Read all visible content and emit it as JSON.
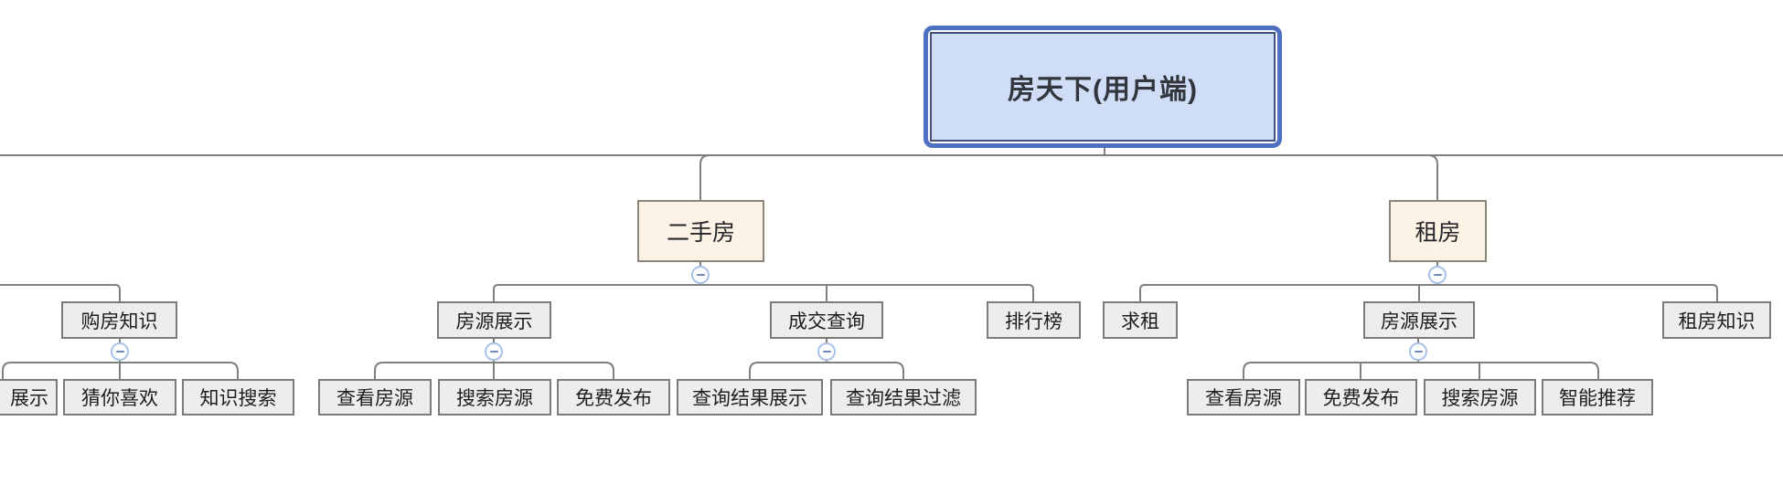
{
  "palette": {
    "background": "#ffffff",
    "connector_line": "#7f7f7f",
    "root_fill": "#cfdef6",
    "root_border": "#44517a",
    "root_selection_ring": "#4e70c1",
    "branch_fill": "#fcf2e6",
    "branch_border": "#8b8478",
    "topic_fill": "#ededed",
    "topic_border": "#7b7b7b",
    "text": "#1d1e20",
    "collapse_ring": "#a9c2e7",
    "collapse_dash": "#7288b8"
  },
  "icons": {
    "collapse": "minus-circle"
  },
  "mindmap": {
    "root": {
      "label": "房天下(用户端)"
    },
    "branches": [
      {
        "label": "二手房",
        "children": [
          {
            "label": "房源展示",
            "children": [
              {
                "label": "查看房源"
              },
              {
                "label": "搜索房源"
              },
              {
                "label": "免费发布"
              }
            ]
          },
          {
            "label": "成交查询",
            "children": [
              {
                "label": "查询结果展示"
              },
              {
                "label": "查询结果过滤"
              }
            ]
          },
          {
            "label": "排行榜",
            "children": []
          }
        ]
      },
      {
        "label": "租房",
        "children": [
          {
            "label": "求租",
            "children": []
          },
          {
            "label": "房源展示",
            "children": [
              {
                "label": "查看房源"
              },
              {
                "label": "免费发布"
              },
              {
                "label": "搜索房源"
              },
              {
                "label": "智能推荐"
              }
            ]
          },
          {
            "label": "租房知识",
            "children": []
          }
        ]
      }
    ],
    "partial_subtree": {
      "label": "购房知识",
      "children": [
        {
          "label": "展示"
        },
        {
          "label": "猜你喜欢"
        },
        {
          "label": "知识搜索"
        }
      ]
    }
  }
}
